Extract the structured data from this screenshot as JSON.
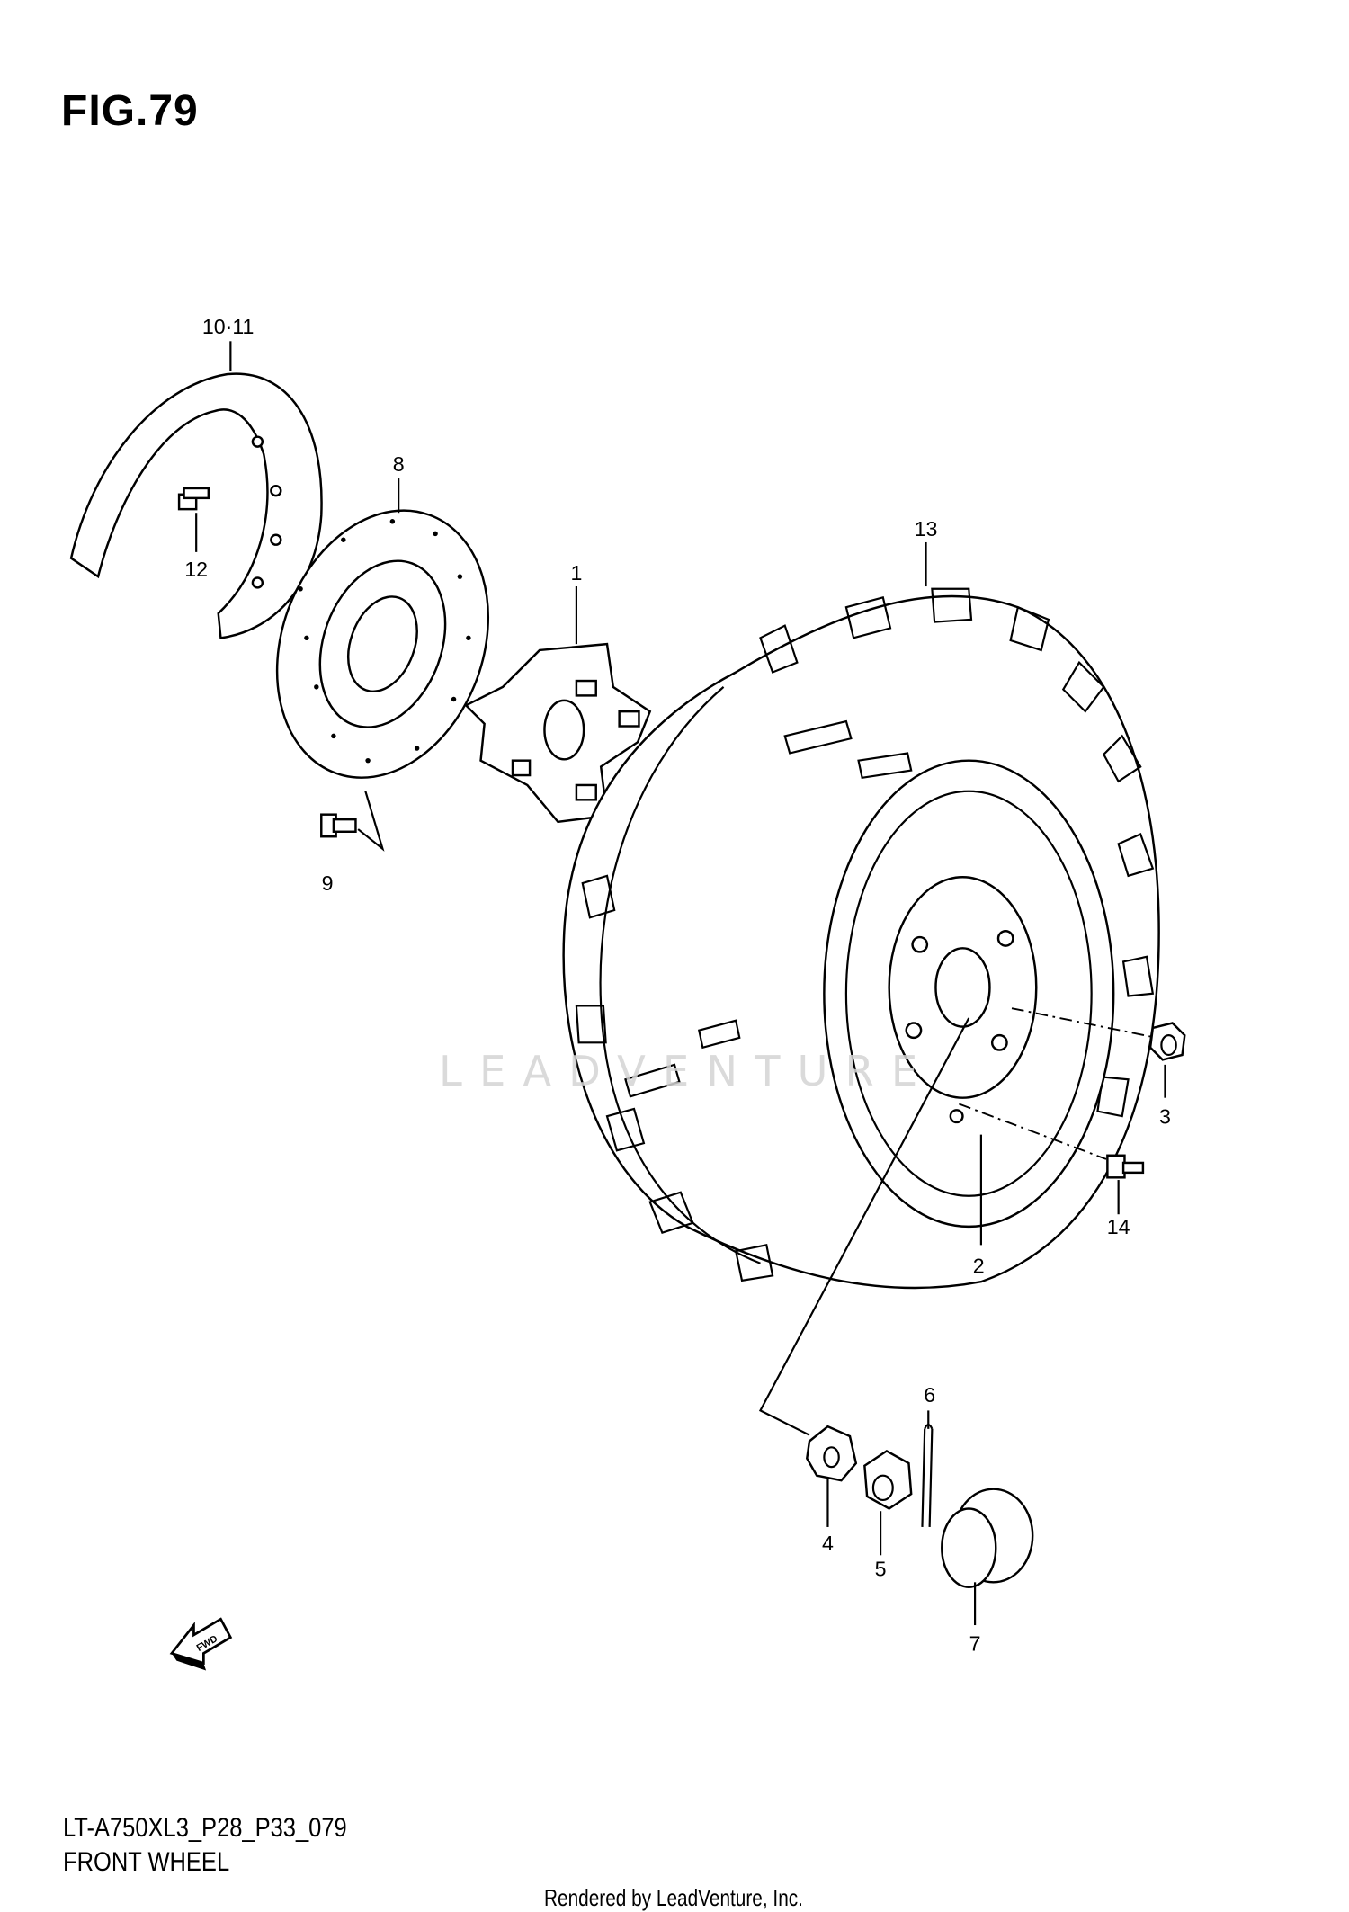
{
  "figure": {
    "title": "FIG.79",
    "model_code": "LT-A750XL3_P28_P33_079",
    "name": "FRONT WHEEL",
    "credit": "Rendered by LeadVenture, Inc.",
    "watermark": "LEADVENTURE"
  },
  "callouts": {
    "hub": "1",
    "wheel": "2",
    "nut": "3",
    "washer": "4",
    "castle_nut": "5",
    "cotter_pin": "6",
    "cap": "7",
    "brake_disc": "8",
    "disc_bolt": "9",
    "disc_cover": "10·11",
    "cover_bolt": "12",
    "tire": "13",
    "valve": "14"
  },
  "fwd_arrow": {
    "label": "FWD"
  }
}
